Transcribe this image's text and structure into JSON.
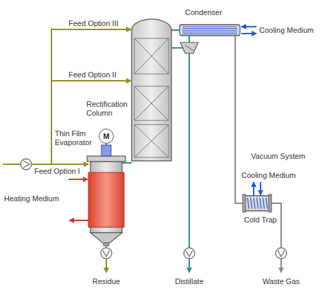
{
  "diagram": {
    "nodes": [
      {
        "text": [
          "M"
        ]
      }
    ],
    "labels": [
      "Condenser",
      "Cooling Medium",
      "Feed Option III",
      "Feed Option II",
      "Rectification Column",
      "Thin Film Evaporator",
      "Feed Option I",
      "Heating Medium",
      "Vacuum System",
      "Cooling Medium",
      "Cold Trap",
      "Residue",
      "Distillate",
      "Waste Gas"
    ]
  }
}
